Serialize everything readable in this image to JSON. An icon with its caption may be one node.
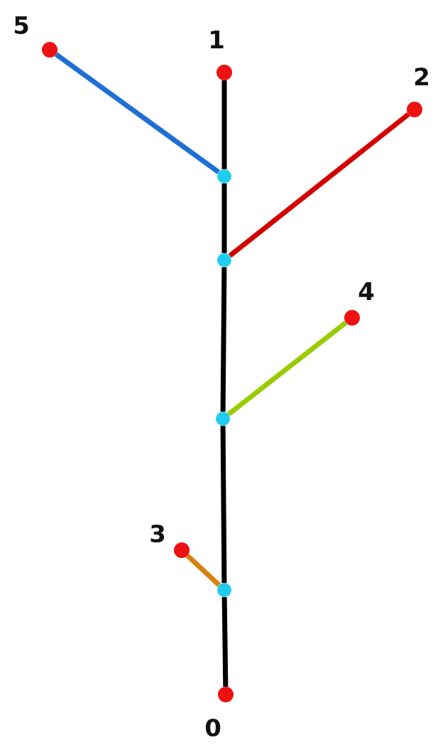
{
  "diagram": {
    "nodes": [
      {
        "text": [
          "5"
        ]
      },
      {
        "text": [
          "1"
        ]
      },
      {
        "text": [
          "2"
        ]
      },
      {
        "text": [
          "4"
        ]
      },
      {
        "text": [
          "3"
        ]
      },
      {
        "text": [
          "0"
        ]
      },
      {
        "text": [],
        "shape": "circle"
      },
      {
        "text": [],
        "shape": "circle"
      },
      {
        "text": [],
        "shape": "circle"
      },
      {
        "text": [],
        "shape": "circle"
      }
    ],
    "edges": [
      {
        "from": 1,
        "to": 6,
        "arrow": "none"
      },
      {
        "from": 6,
        "to": 7,
        "arrow": "none"
      },
      {
        "from": 7,
        "to": 8,
        "arrow": "none"
      },
      {
        "from": 8,
        "to": 9,
        "arrow": "none"
      },
      {
        "from": 9,
        "to": 5,
        "arrow": "none"
      },
      {
        "from": 0,
        "to": 6,
        "arrow": "none",
        "color": "#1f6fd6"
      },
      {
        "from": 2,
        "to": 7,
        "arrow": "none",
        "color": "#d40000"
      },
      {
        "from": 3,
        "to": 8,
        "arrow": "none",
        "color": "#99cc00"
      },
      {
        "from": 4,
        "to": 9,
        "arrow": "none",
        "color": "#d6820e"
      }
    ]
  }
}
